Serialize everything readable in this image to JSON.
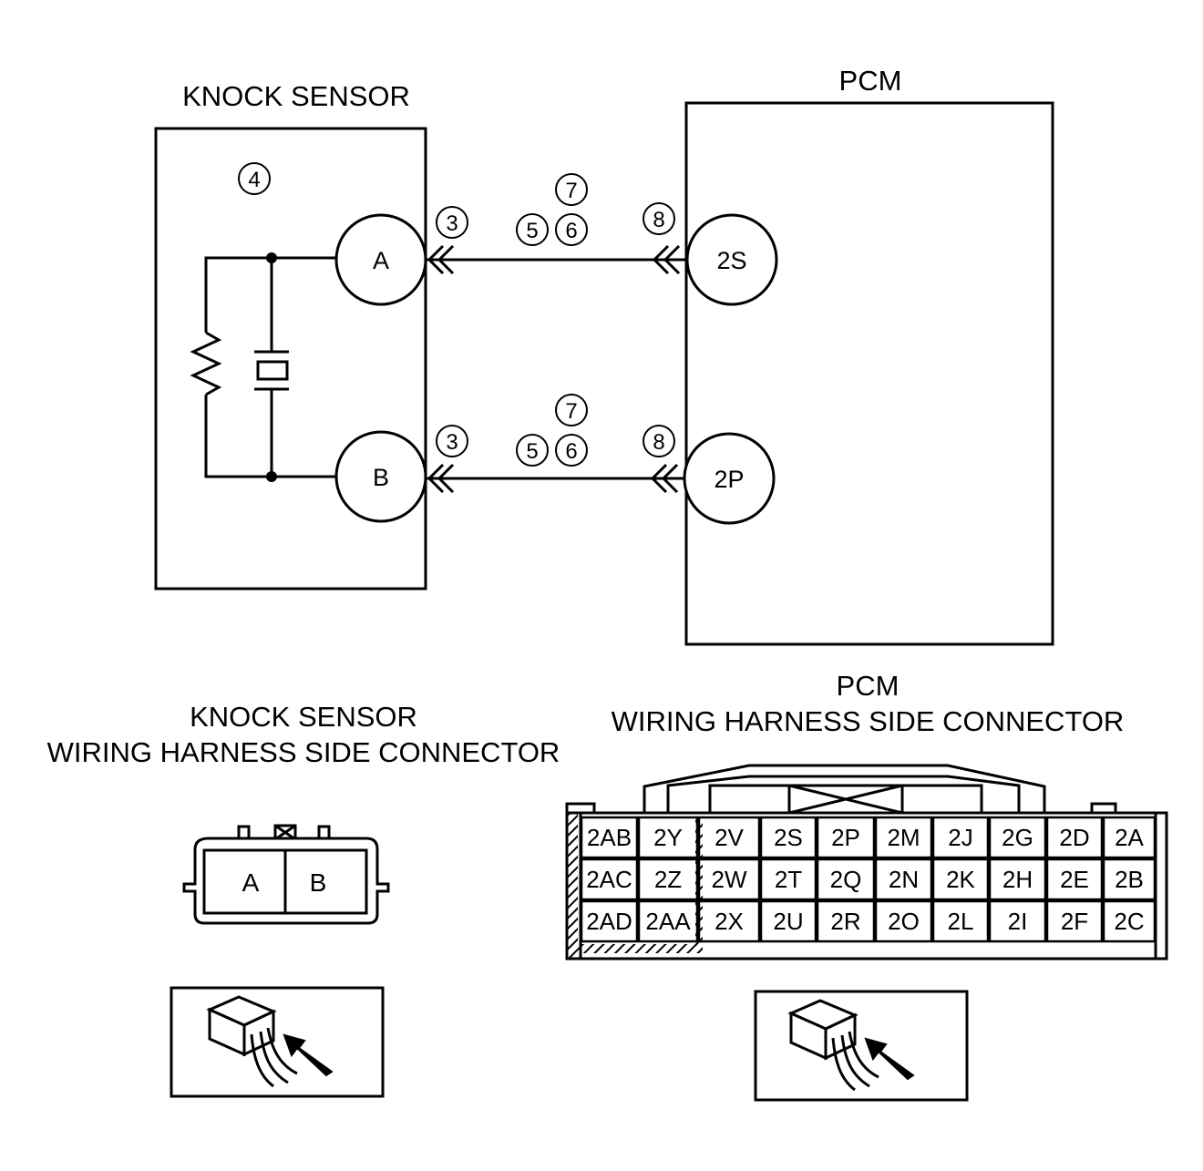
{
  "schematic": {
    "sensor_title": "KNOCK SENSOR",
    "pcm_title": "PCM",
    "sensor_internal_ref": "4",
    "sensor_pins": [
      "A",
      "B"
    ],
    "pcm_pins": [
      "2S",
      "2P"
    ],
    "wire_refs": {
      "sensor_end": "3",
      "mid_left": "5",
      "mid_right": "6",
      "mid_top": "7",
      "pcm_end": "8"
    }
  },
  "knock_connector": {
    "title_line1": "KNOCK SENSOR",
    "title_line2": "WIRING HARNESS SIDE CONNECTOR",
    "pins": [
      "A",
      "B"
    ]
  },
  "pcm_connector": {
    "title_line1": "PCM",
    "title_line2": "WIRING HARNESS SIDE CONNECTOR",
    "grid": [
      [
        "2AB",
        "2Y",
        "2V",
        "2S",
        "2P",
        "2M",
        "2J",
        "2G",
        "2D",
        "2A"
      ],
      [
        "2AC",
        "2Z",
        "2W",
        "2T",
        "2Q",
        "2N",
        "2K",
        "2H",
        "2E",
        "2B"
      ],
      [
        "2AD",
        "2AA",
        "2X",
        "2U",
        "2R",
        "2O",
        "2L",
        "2I",
        "2F",
        "2C"
      ]
    ]
  },
  "icons": [
    "connector-probe-icon",
    "connector-probe-icon"
  ]
}
